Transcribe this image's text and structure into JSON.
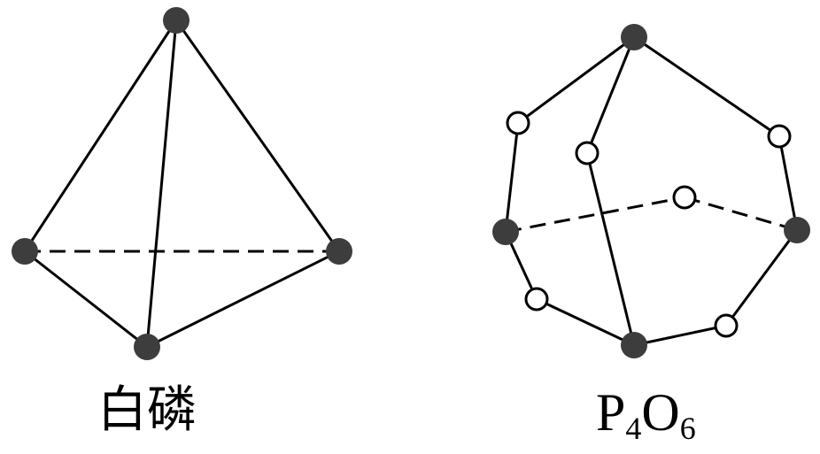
{
  "molecules": [
    {
      "label": "白磷",
      "atoms": [
        {
          "id": "P1",
          "element": "P"
        },
        {
          "id": "P2",
          "element": "P"
        },
        {
          "id": "P3",
          "element": "P"
        },
        {
          "id": "P4",
          "element": "P"
        }
      ],
      "bonds": [
        [
          "P1",
          "P2",
          "solid"
        ],
        [
          "P1",
          "P3",
          "solid"
        ],
        [
          "P1",
          "P4",
          "solid"
        ],
        [
          "P2",
          "P4",
          "solid"
        ],
        [
          "P3",
          "P4",
          "solid"
        ],
        [
          "P2",
          "P3",
          "dashed"
        ]
      ]
    },
    {
      "label_parts": {
        "p": "P",
        "p_sub": "4",
        "o": "O",
        "o_sub": "6"
      },
      "atoms": [
        {
          "id": "P1",
          "element": "P"
        },
        {
          "id": "P2",
          "element": "P"
        },
        {
          "id": "P3",
          "element": "P"
        },
        {
          "id": "P4",
          "element": "P"
        },
        {
          "id": "O1",
          "element": "O"
        },
        {
          "id": "O2",
          "element": "O"
        },
        {
          "id": "O3",
          "element": "O"
        },
        {
          "id": "O4",
          "element": "O"
        },
        {
          "id": "O5",
          "element": "O"
        },
        {
          "id": "O6",
          "element": "O"
        }
      ],
      "bonds": [
        [
          "P1",
          "O1",
          "solid"
        ],
        [
          "O1",
          "P2",
          "solid"
        ],
        [
          "P1",
          "O2",
          "solid"
        ],
        [
          "O2",
          "P4",
          "solid"
        ],
        [
          "P1",
          "O3",
          "solid"
        ],
        [
          "O3",
          "P3",
          "solid"
        ],
        [
          "P2",
          "O4",
          "dashed"
        ],
        [
          "O4",
          "P3",
          "dashed"
        ],
        [
          "P2",
          "O5",
          "solid"
        ],
        [
          "O5",
          "P4",
          "solid"
        ],
        [
          "P4",
          "O6",
          "solid"
        ],
        [
          "O6",
          "P3",
          "solid"
        ]
      ]
    }
  ],
  "colors": {
    "phosphorus": "#3d3d3d",
    "oxygen_fill": "#ffffff",
    "bond": "#000000"
  }
}
